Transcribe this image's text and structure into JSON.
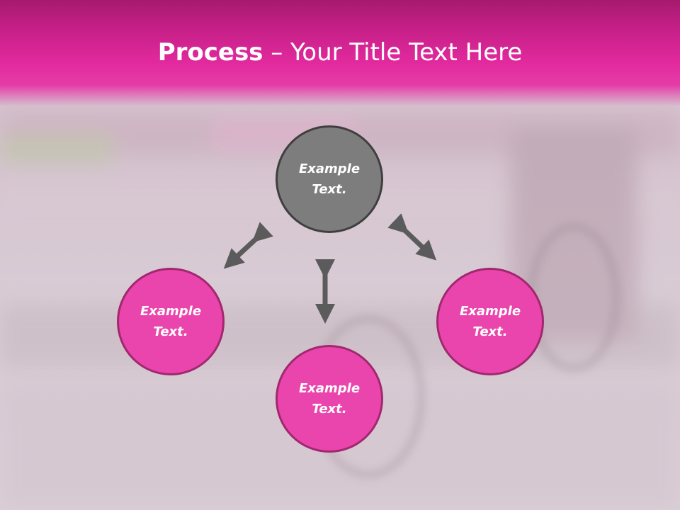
{
  "slide": {
    "title_bold": "Process",
    "title_rest": " – Your Title Text Here"
  },
  "nodes": {
    "top": {
      "text": "Example\nText."
    },
    "left": {
      "text": "Example\nText."
    },
    "bottom": {
      "text": "Example\nText."
    },
    "right": {
      "text": "Example\nText."
    }
  },
  "colors": {
    "header": "#e22a9e",
    "node_pink": "#ea45ad",
    "node_pink_border": "#a1286f",
    "node_gray": "#7d7d7d",
    "node_gray_border": "#3f3f3f",
    "arrow": "#5b5b5b"
  }
}
